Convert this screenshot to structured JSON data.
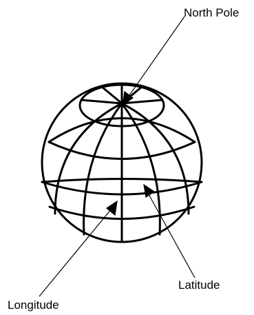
{
  "labels": {
    "north_pole": "North Pole",
    "latitude": "Latitude",
    "longitude": "Longitude"
  },
  "colors": {
    "line": "#000000",
    "background": "#ffffff"
  }
}
